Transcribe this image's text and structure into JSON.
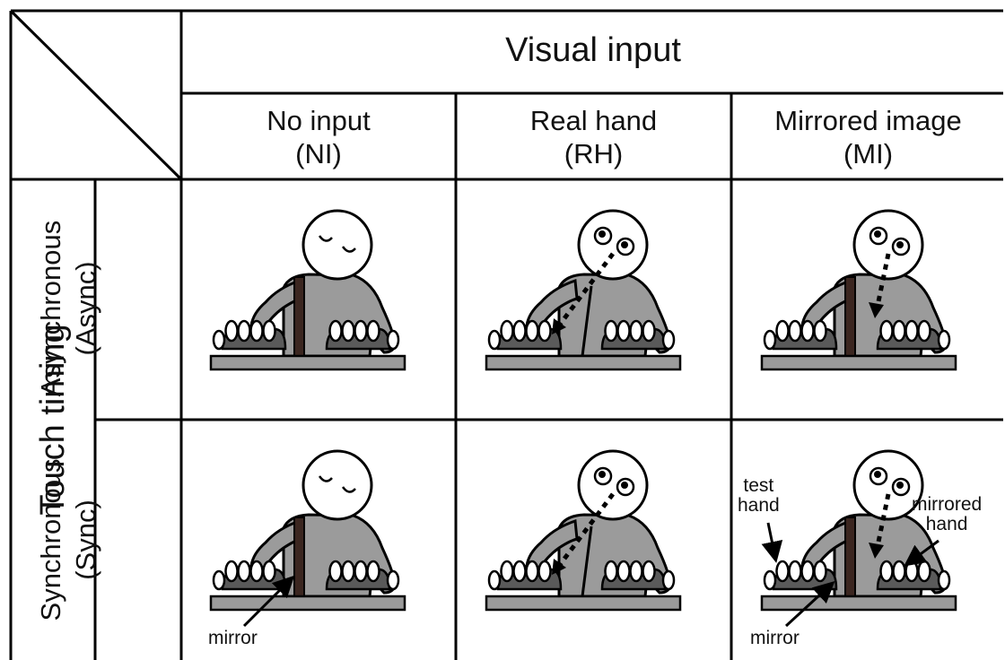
{
  "header": {
    "visual_input": "Visual input",
    "touch_timing": "Touch timing"
  },
  "columns": [
    {
      "name": "No input",
      "abbr": "(NI)"
    },
    {
      "name": "Real hand",
      "abbr": "(RH)"
    },
    {
      "name": "Mirrored image",
      "abbr": "(MI)"
    }
  ],
  "rows": [
    {
      "name": "Asynchronous",
      "abbr": "(Async)"
    },
    {
      "name": "Synchronous",
      "abbr": "(Sync)"
    }
  ],
  "annotations": {
    "mirror": "mirror",
    "test_hand": "test\nhand",
    "mirrored_hand": "mirrored\nhand"
  },
  "colors": {
    "figure": "#9b9b9b",
    "hand": "#5a5a5a",
    "mirror": "#3b2620",
    "table": "#9b9b9b"
  }
}
